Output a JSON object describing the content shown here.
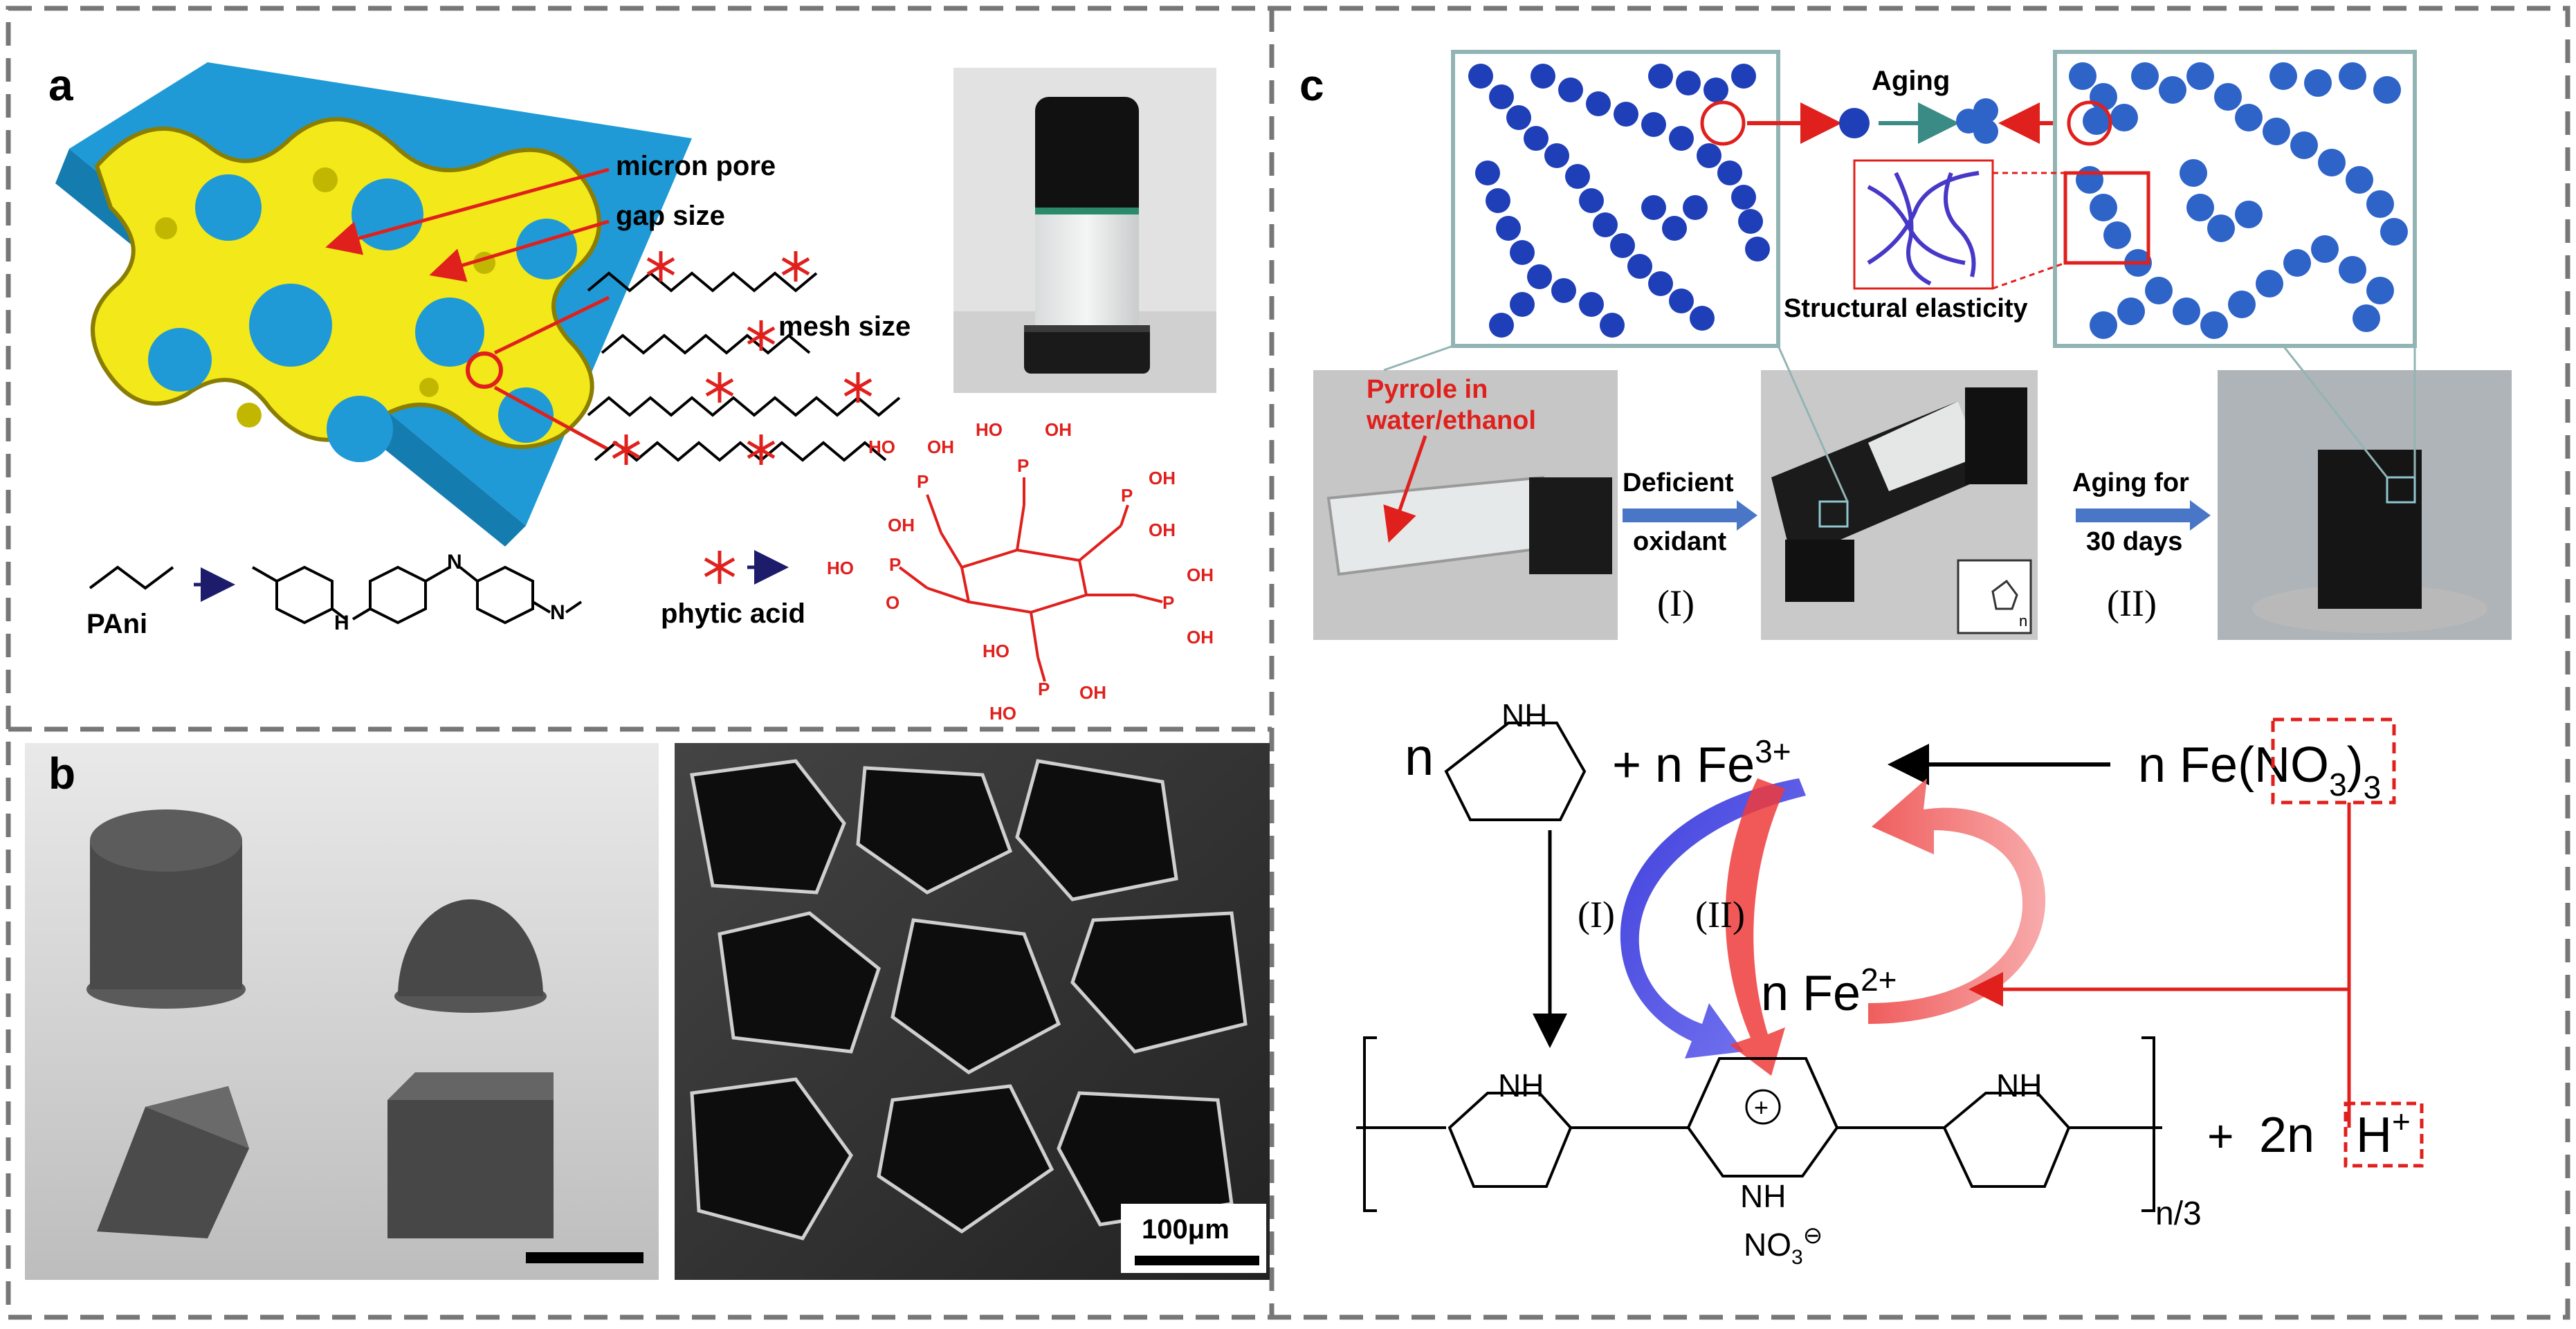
{
  "panel_a": {
    "letter": "a",
    "micron_pore": "micron pore",
    "gap_size": "gap size",
    "mesh_size": "mesh size",
    "pani": "PAni",
    "phytic_acid": "phytic acid",
    "chem": {
      "oh": "OH",
      "ho": "HO",
      "p": "P",
      "o": "O",
      "h": "H",
      "n": "N"
    }
  },
  "panel_b": {
    "letter": "b",
    "scalebar": "100μm"
  },
  "panel_c": {
    "letter": "c",
    "aging": "Aging",
    "structural_elasticity": "Structural elasticity",
    "pyrrole_line1": "Pyrrole in",
    "pyrrole_line2": "water/ethanol",
    "deficient": "Deficient",
    "oxidant": "oxidant",
    "step1": "(I)",
    "aging_for": "Aging for",
    "thirty_days": "30 days",
    "step2": "(II)",
    "poly_n": "n",
    "reaction": {
      "n": "n",
      "nh": "NH",
      "plus_n_fe": "+ n Fe",
      "fe3_sup": "3+",
      "n_fe_no3": "n Fe",
      "no3_open": "(NO",
      "no3_sub": "3",
      "no3_close": ")",
      "no3_outer_sub": "3",
      "fe2": "n Fe",
      "fe2_sup": "2+",
      "arrow1": "(I)",
      "arrow2": "(II)",
      "plus": "+",
      "two_n": "2n",
      "h": "H",
      "h_sup": "+",
      "n_over_3": "n/3",
      "nitrate": "NO",
      "nitrate_sub": "3",
      "nitrate_charge": "⊖",
      "ring_charge": "+"
    }
  }
}
